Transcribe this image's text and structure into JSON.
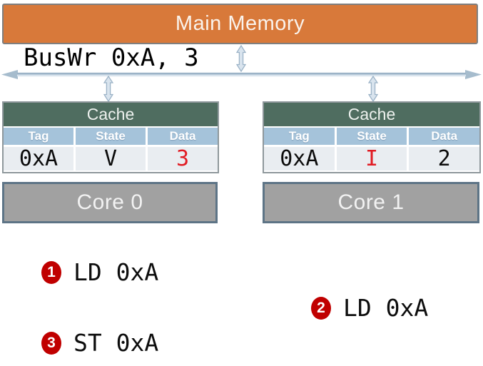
{
  "main_memory": {
    "label": "Main Memory"
  },
  "bus": {
    "label": "BusWr 0xA, 3"
  },
  "caches": [
    {
      "title": "Cache",
      "columns": [
        "Tag",
        "State",
        "Data"
      ],
      "row": {
        "tag": "0xA",
        "state": "V",
        "data": "3"
      },
      "highlighted_cell": "data"
    },
    {
      "title": "Cache",
      "columns": [
        "Tag",
        "State",
        "Data"
      ],
      "row": {
        "tag": "0xA",
        "state": "I",
        "data": "2"
      },
      "highlighted_cell": "state"
    }
  ],
  "cores": [
    {
      "label": "Core 0"
    },
    {
      "label": "Core 1"
    }
  ],
  "events": [
    {
      "num": "1",
      "label": "LD 0xA"
    },
    {
      "num": "2",
      "label": "LD 0xA"
    },
    {
      "num": "3",
      "label": "ST 0xA"
    }
  ],
  "colors": {
    "memory_fill": "#d8793a",
    "memory_border": "#7f7f7f",
    "cache_header": "#4f6d60",
    "column_header": "#a5c3da",
    "row_fill": "#e9edf1",
    "table_border": "#8f989c",
    "core_fill": "#a1a1a1",
    "core_border": "#5d7486",
    "bus_dark": "#9cb3c7",
    "bus_lighter": "#d9e4ee",
    "bus_head": "#a6bccd",
    "highlight_red": "#e11c24",
    "badge_red": "#c00000"
  }
}
